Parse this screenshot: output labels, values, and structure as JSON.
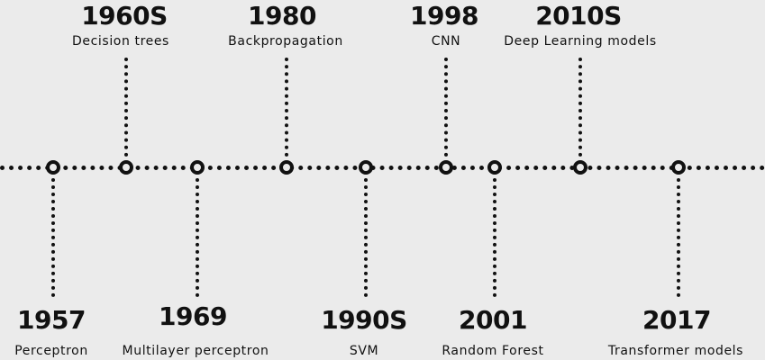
{
  "events": [
    {
      "id": "1957",
      "year": "1957",
      "label": "Perceptron",
      "side": "bottom"
    },
    {
      "id": "1960s",
      "year": "1960S",
      "label": "Decision trees",
      "side": "top"
    },
    {
      "id": "1969",
      "year": "1969",
      "label": "Multilayer perceptron",
      "side": "bottom"
    },
    {
      "id": "1980",
      "year": "1980",
      "label": "Backpropagation",
      "side": "top"
    },
    {
      "id": "1990s",
      "year": "1990S",
      "label": "SVM",
      "side": "bottom"
    },
    {
      "id": "1998",
      "year": "1998",
      "label": "CNN",
      "side": "top"
    },
    {
      "id": "2001",
      "year": "2001",
      "label": "Random Forest",
      "side": "bottom"
    },
    {
      "id": "2010s",
      "year": "2010S",
      "label": "Deep Learning models",
      "side": "top"
    },
    {
      "id": "2017",
      "year": "2017",
      "label": "Transformer models",
      "side": "bottom"
    }
  ]
}
